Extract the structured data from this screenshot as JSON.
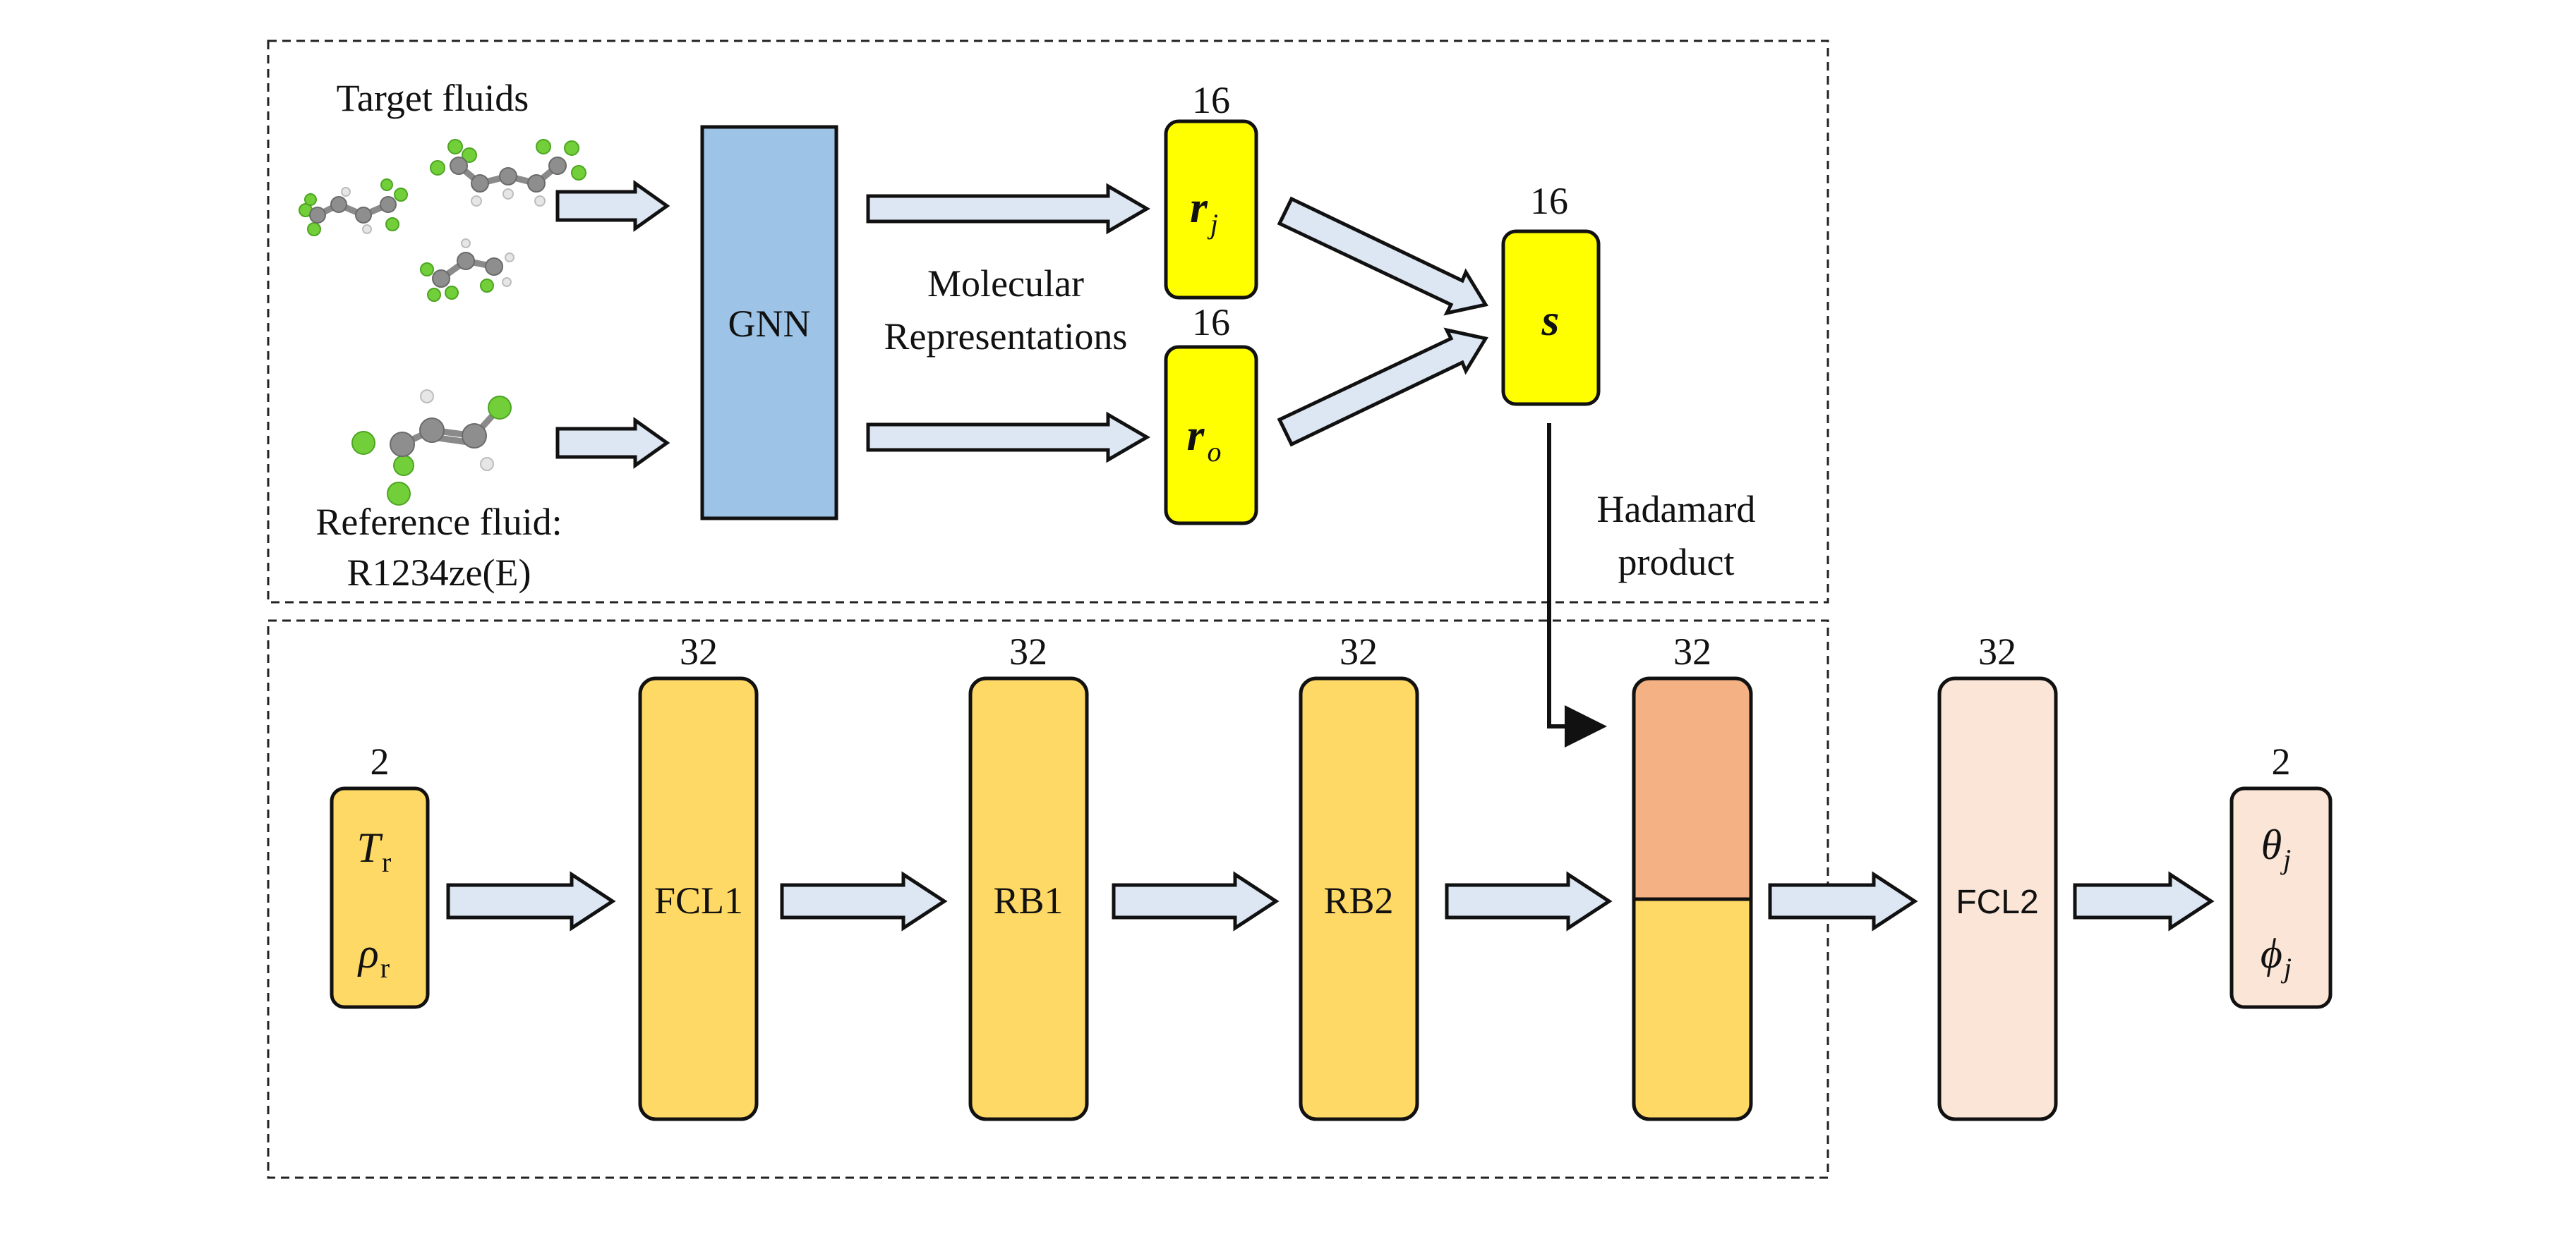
{
  "top_section": {
    "target_fluids_label": "Target fluids",
    "reference_fluid_label_line1": "Reference fluid:",
    "reference_fluid_label_line2": "R1234ze(E)",
    "gnn_label": "GNN",
    "molecular_repr_line1": "Molecular",
    "molecular_repr_line2": "Representations",
    "rj": {
      "dim": "16",
      "symbol": "r",
      "subscript": "j"
    },
    "ro": {
      "dim": "16",
      "symbol": "r",
      "subscript": "o"
    },
    "s": {
      "dim": "16",
      "symbol": "s"
    },
    "hadamard_line1": "Hadamard",
    "hadamard_line2": "product"
  },
  "bottom_section": {
    "input": {
      "dim": "2",
      "var1": "T",
      "var1_sub": "r",
      "var2": "ρ",
      "var2_sub": "r"
    },
    "fcl1": {
      "dim": "32",
      "label": "FCL1"
    },
    "rb1": {
      "dim": "32",
      "label": "RB1"
    },
    "rb2": {
      "dim": "32",
      "label": "RB2"
    },
    "concat": {
      "dim": "32"
    },
    "fcl2": {
      "dim": "32",
      "label": "FCL2"
    },
    "output": {
      "dim": "2",
      "var1": "θ",
      "var1_sub": "j",
      "var2": "ϕ",
      "var2_sub": "j"
    }
  },
  "colors": {
    "gnn": "#9dc3e6",
    "vector_yellow": "#ffff00",
    "layer_yellow": "#ffd966",
    "concat_top": "#f4b183",
    "fcl2": "#fbe5d6",
    "arrow_fill": "#dde6f3"
  }
}
